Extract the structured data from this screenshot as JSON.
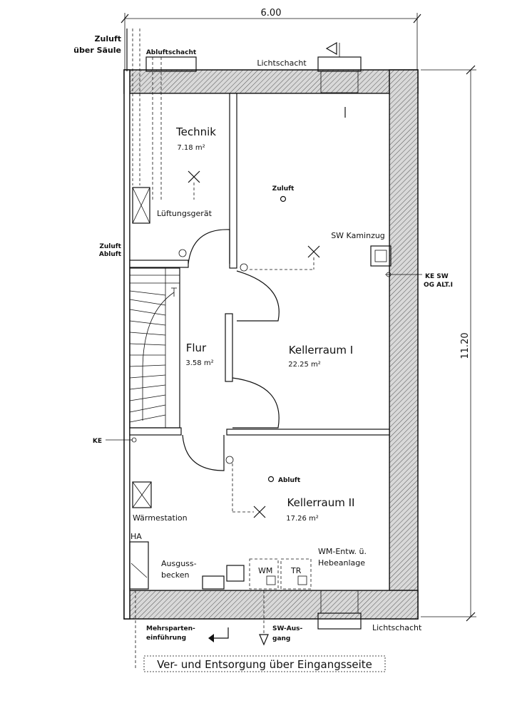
{
  "dimensions": {
    "width": "6.00",
    "height": "11.20"
  },
  "rooms": {
    "technik": {
      "name": "Technik",
      "area": "7.18 m²"
    },
    "flur": {
      "name": "Flur",
      "area": "3.58 m²"
    },
    "kellerraum1": {
      "name": "Kellerraum I",
      "area": "22.25 m²"
    },
    "kellerraum2": {
      "name": "Kellerraum II",
      "area": "17.26 m²"
    }
  },
  "labels": {
    "zuluft_saeule": [
      "Zuluft",
      "über Säule"
    ],
    "abluftschacht": "Abluftschacht",
    "lichtschacht_top": "Lichtschacht",
    "lichtschacht_bottom": "Lichtschacht",
    "lueftungsgeraet": "Lüftungsgerät",
    "zuluft_abluft": [
      "Zuluft",
      "Abluft"
    ],
    "zuluft": "Zuluft",
    "sw_kaminzug": "SW Kaminzug",
    "ke_sw": [
      "KE SW",
      "OG ALT.I"
    ],
    "ke": "KE",
    "abluft": "Abluft",
    "waermestation": "Wärmestation",
    "ha": "HA",
    "ausguss": [
      "Ausguss-",
      "becken"
    ],
    "wm": "WM",
    "tr": "TR",
    "wm_entw": [
      "WM-Entw. ü.",
      "Hebeanlage"
    ],
    "mehrsparten": [
      "Mehrsparten-",
      "einführung"
    ],
    "sw_ausgang": [
      "SW-Aus-",
      "gang"
    ]
  },
  "footer_note": "Ver- und Entsorgung über Eingangsseite"
}
